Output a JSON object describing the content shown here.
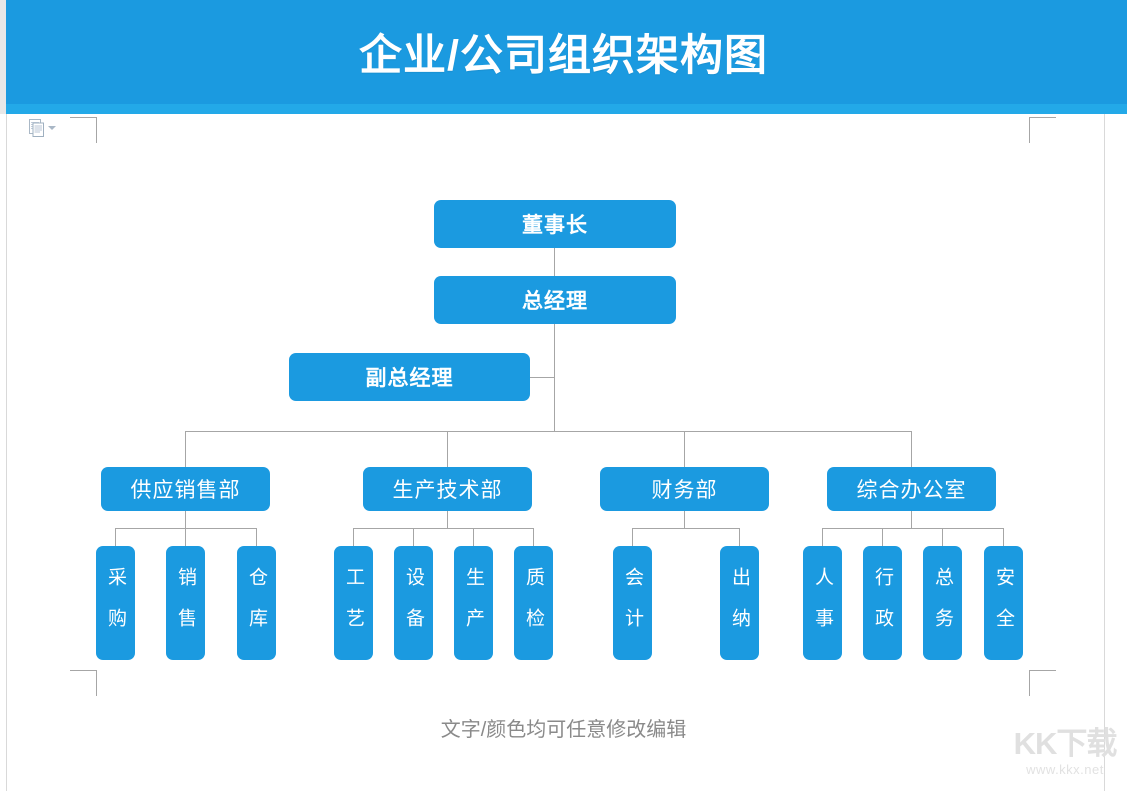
{
  "header": {
    "title": "企业/公司组织架构图",
    "band_color": "#1b9ae0",
    "underband_color": "#23a9e8"
  },
  "toolbar": {
    "paste_options_icon": "paste-options-icon",
    "paste_options_caret": "chevron-down-icon"
  },
  "chart_data": {
    "type": "diagram",
    "title": "企业/公司组织架构图",
    "node_color": "#1b9ae0",
    "line_color": "#a6a6a6",
    "text_color": "#ffffff",
    "levels": [
      {
        "level": 1,
        "nodes": [
          {
            "id": "chairman",
            "label": "董事长"
          }
        ]
      },
      {
        "level": 2,
        "nodes": [
          {
            "id": "gm",
            "label": "总经理"
          }
        ]
      },
      {
        "level": 3,
        "nodes": [
          {
            "id": "deputy_gm",
            "label": "副总经理"
          }
        ]
      },
      {
        "level": 4,
        "nodes": [
          {
            "id": "dept_supply_sales",
            "label": "供应销售部"
          },
          {
            "id": "dept_production_tech",
            "label": "生产技术部"
          },
          {
            "id": "dept_finance",
            "label": "财务部"
          },
          {
            "id": "dept_general_office",
            "label": "综合办公室"
          }
        ]
      },
      {
        "level": 5,
        "nodes": [
          {
            "id": "leaf_purchase",
            "label": "采购",
            "parent": "dept_supply_sales"
          },
          {
            "id": "leaf_sales",
            "label": "销售",
            "parent": "dept_supply_sales"
          },
          {
            "id": "leaf_warehouse",
            "label": "仓库",
            "parent": "dept_supply_sales"
          },
          {
            "id": "leaf_process",
            "label": "工艺",
            "parent": "dept_production_tech"
          },
          {
            "id": "leaf_equipment",
            "label": "设备",
            "parent": "dept_production_tech"
          },
          {
            "id": "leaf_production",
            "label": "生产",
            "parent": "dept_production_tech"
          },
          {
            "id": "leaf_quality",
            "label": "质检",
            "parent": "dept_production_tech"
          },
          {
            "id": "leaf_accounting",
            "label": "会计",
            "parent": "dept_finance"
          },
          {
            "id": "leaf_cashier",
            "label": "出纳",
            "parent": "dept_finance"
          },
          {
            "id": "leaf_hr",
            "label": "人事",
            "parent": "dept_general_office"
          },
          {
            "id": "leaf_admin",
            "label": "行政",
            "parent": "dept_general_office"
          },
          {
            "id": "leaf_affairs",
            "label": "总务",
            "parent": "dept_general_office"
          },
          {
            "id": "leaf_safety",
            "label": "安全",
            "parent": "dept_general_office"
          }
        ]
      }
    ]
  },
  "caption": "文字/颜色均可任意修改编辑",
  "watermark": {
    "brand": "KK下载",
    "url": "www.kkx.net"
  }
}
